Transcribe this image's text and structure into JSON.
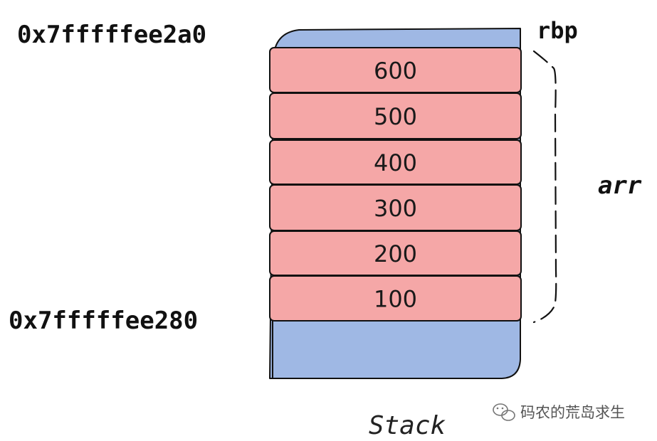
{
  "labels": {
    "top_address": "0x7fffffee2a0",
    "bottom_address": "0x7fffffee280",
    "register": "rbp",
    "array_name": "arr",
    "stack_title": "Stack"
  },
  "cells": [
    "600",
    "500",
    "400",
    "300",
    "200",
    "100"
  ],
  "watermark": {
    "text": "码农的荒岛求生"
  },
  "colors": {
    "stack_fill": "#9fb8e4",
    "cell_fill": "#f5a7a7",
    "stroke": "#111111"
  }
}
